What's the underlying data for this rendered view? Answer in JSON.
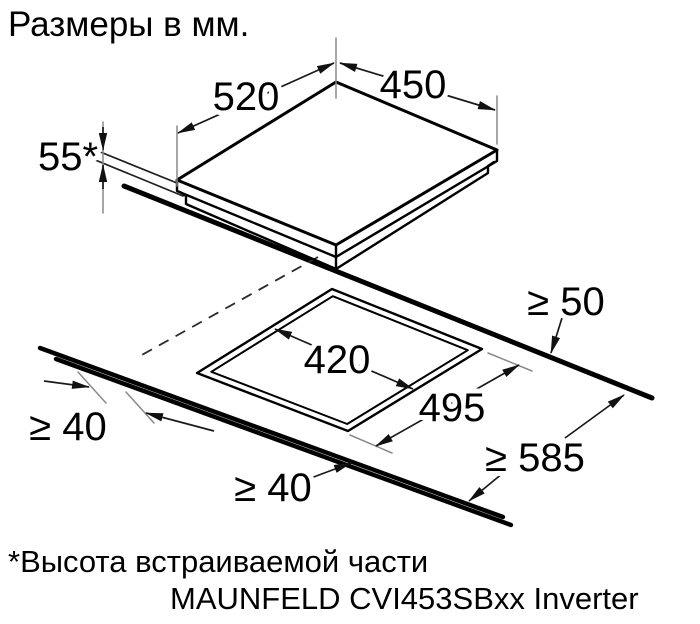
{
  "page": {
    "title": "Размеры в мм.",
    "footnote": "*Высота встраиваемой части",
    "model_line": "MAUNFELD CVI453SBxx Inverter"
  },
  "dimensions": {
    "hob_width": "520",
    "hob_depth": "450",
    "built_in_height": "55*",
    "cutout_width": "420",
    "cutout_depth": "495",
    "min_back_clearance": "≥ 50",
    "min_worktop_depth": "≥ 585",
    "min_side_clearance": "≥ 40",
    "min_front_clearance": "≥ 40"
  },
  "colors": {
    "line": "#000000",
    "dim_tick": "#8a8a8a",
    "background": "#ffffff"
  }
}
